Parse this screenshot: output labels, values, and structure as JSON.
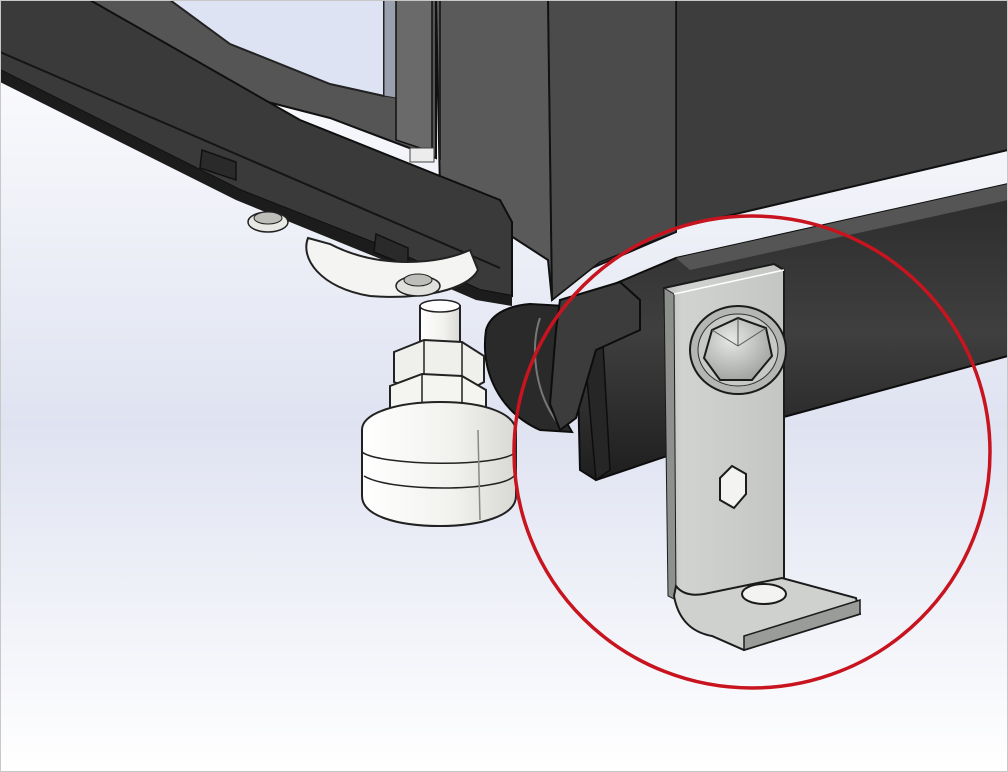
{
  "colors": {
    "background_top": "#ffffff",
    "background_bottom": "#dfe3f1",
    "cabinet_dark": "#3c3c3c",
    "cabinet_mid": "#4a4a4a",
    "cabinet_edge": "#141414",
    "glass": "#dde3f3",
    "bracket_face": "#c9cbc8",
    "bracket_shade": "#a9aba8",
    "leveling_foot": "#f2f2ef",
    "highlight_circle": "#c8141e"
  },
  "parts": [
    {
      "id": "cabinet",
      "name": "cabinet-body"
    },
    {
      "id": "leveling-foot",
      "name": "leveling-foot"
    },
    {
      "id": "bracket",
      "name": "anchor-bracket"
    },
    {
      "id": "bolt",
      "name": "hex-bolt"
    }
  ],
  "highlight": {
    "shape": "circle",
    "target": "anchor-bracket"
  }
}
